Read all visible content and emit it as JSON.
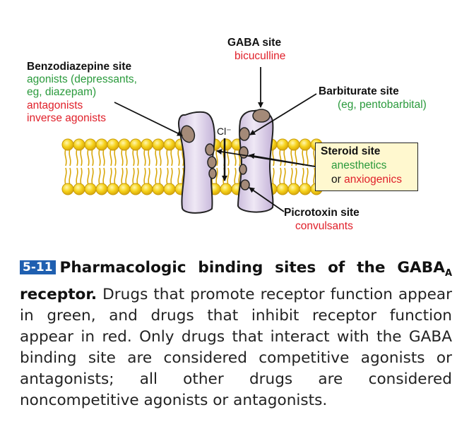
{
  "labels": {
    "gaba_title": "GABA site",
    "gaba_drug": "bicuculline",
    "benzo_title": "Benzodiazepine site",
    "benzo_line1": "agonists (depressants,",
    "benzo_line2": "eg, diazepam)",
    "benzo_line3": "antagonists",
    "benzo_line4": "inverse agonists",
    "barb_title": "Barbiturate site",
    "barb_drug": "(eg, pentobarbital)",
    "ion": "Cl⁻",
    "steroid_title": "Steroid site",
    "steroid_line1": "anesthetics",
    "steroid_or": "or ",
    "steroid_line2": "anxiogenics",
    "picro_title": "Picrotoxin site",
    "picro_drug": "convulsants"
  },
  "caption": {
    "number": "5-11",
    "title_main": "Pharmacologic binding sites of the GABA",
    "title_sub": "A",
    "title_end": "receptor.",
    "body": " Drugs that promote receptor function appear in green, and drugs that inhibit receptor function appear in red. Only drugs that interact with the GABA binding site are considered competitive agonists or antagonists; all other drugs are considered noncompetitive agonists or antagonists."
  },
  "colors": {
    "agonist_green": "#2a9a3c",
    "antagonist_red": "#e0202a",
    "membrane_yellow": "#f6d21a",
    "protein_lavender": "#d9cde6",
    "site_brown": "#a48a78",
    "figure_badge_blue": "#1f5fb0",
    "steroid_box_fill": "#fff8cf"
  },
  "icons": [
    "lipid-bilayer",
    "receptor-subunit",
    "binding-site",
    "pointer-arrow"
  ]
}
